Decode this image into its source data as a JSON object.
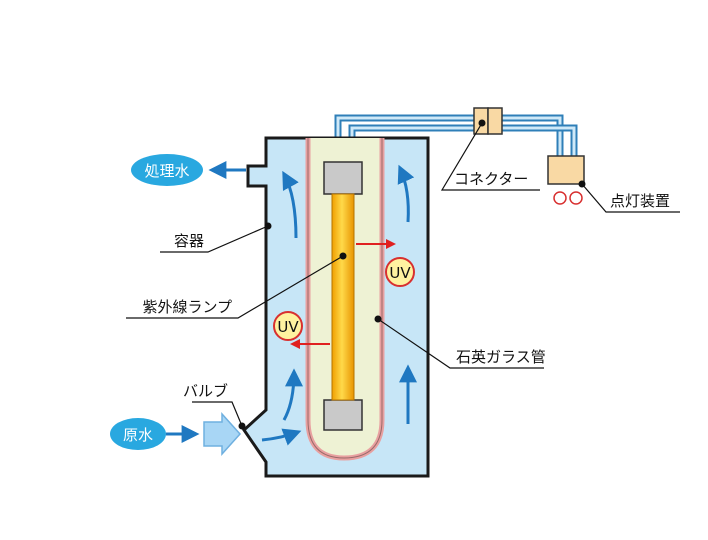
{
  "labels": {
    "treated_water": "処理水",
    "raw_water": "原水",
    "container": "容器",
    "uv_lamp": "紫外線ランプ",
    "valve": "バルブ",
    "connector": "コネクター",
    "lighting_device": "点灯装置",
    "quartz_tube": "石英ガラス管",
    "uv_badge": "UV"
  },
  "colors": {
    "water": "#c7e6f7",
    "outline": "#1a1a1a",
    "quartz_fill": "#eef2d4",
    "quartz_edge": "#e8a0a0",
    "lamp_core": "#f2a800",
    "cap": "#c9c9c9",
    "flow_arrow": "#1f78c1",
    "uv_arrow": "#e02020",
    "badge_fill": "#fff2a0",
    "badge_edge": "#d83030",
    "bubble": "#29a8e0",
    "device": "#f9d9a4",
    "cable": "#2f7fb8",
    "cable_inner": "#cfe9f8"
  }
}
